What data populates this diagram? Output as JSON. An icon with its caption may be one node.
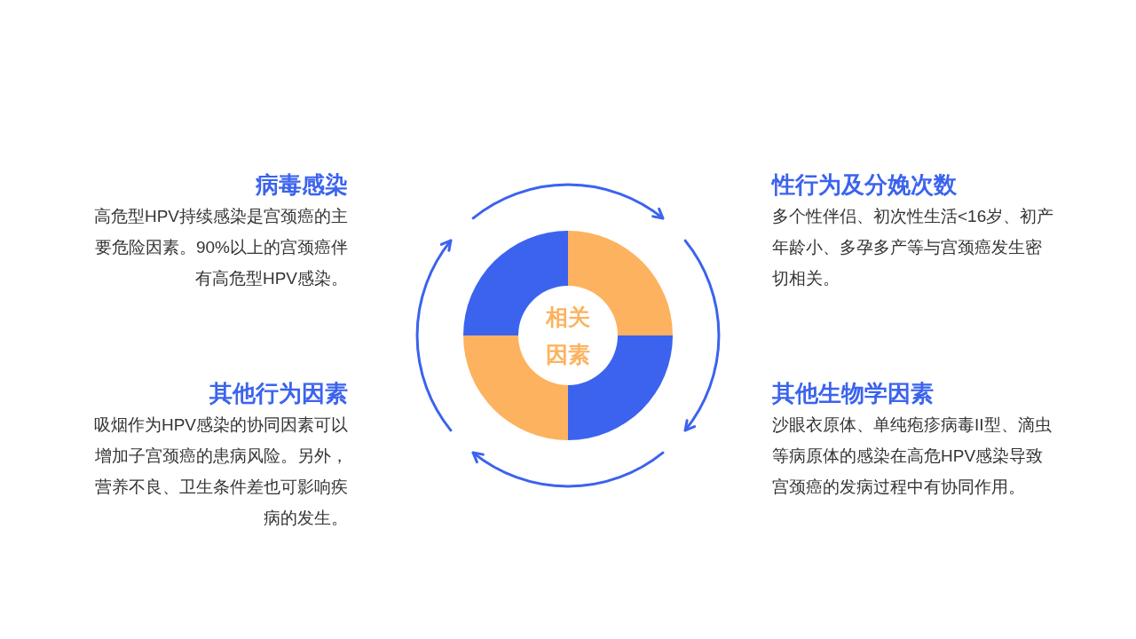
{
  "diagram": {
    "nodes": [
      {
        "text": [
          "病毒感染",
          "高危型HPV持续感染是宫颈癌的主要危险因素。90%以上的宫颈癌伴有高危型HPV感染。"
        ]
      },
      {
        "text": [
          "性行为及分娩次数",
          "多个性伴侣、初次性生活<16岁、初产年龄小、多孕多产等与宫颈癌发生密切相关。"
        ]
      },
      {
        "text": [
          "相关因素"
        ]
      },
      {
        "text": [],
        "shape": "sector",
        "in": 2
      },
      {
        "text": [],
        "shape": "sector",
        "in": 2
      },
      {
        "text": [],
        "shape": "sector",
        "in": 2
      },
      {
        "text": [],
        "shape": "sector",
        "in": 2
      },
      {
        "text": [
          "其他行为因素",
          "吸烟作为HPV感染的协同因素可以增加子宫颈癌的患病风险。另外，营养不良、卫生条件差也可影响疾病的发生。"
        ]
      },
      {
        "text": [
          "其他生物学因素",
          "沙眼衣原体、单纯疱疹病毒II型、滴虫等病原体的感染在高危HPV感染导致宫颈癌的发病过程中有协同作用。"
        ]
      }
    ],
    "edges": [
      {
        "from": 3,
        "to": 4,
        "arrow": "to"
      },
      {
        "from": 4,
        "to": 6,
        "arrow": "to"
      },
      {
        "from": 6,
        "to": 5,
        "arrow": "to"
      },
      {
        "from": 5,
        "to": 3,
        "arrow": "to"
      }
    ]
  }
}
